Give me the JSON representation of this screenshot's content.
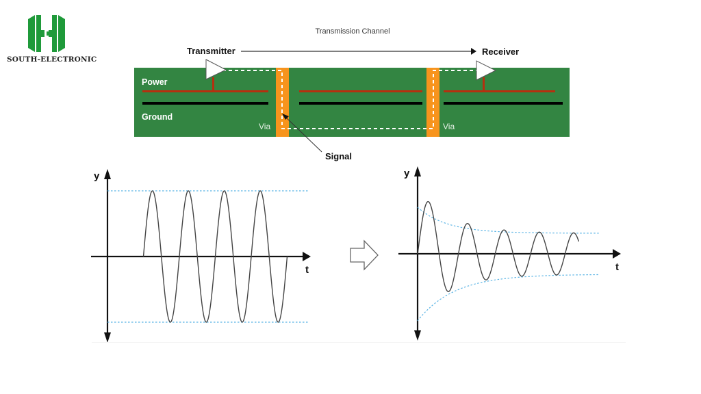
{
  "brand": {
    "name": "SOUTH-ELECTRONIC",
    "logo_color": "#1f9a3a"
  },
  "pcb_diagram": {
    "title": "Transmission Channel",
    "transmitter_label": "Transmitter",
    "receiver_label": "Receiver",
    "power_label": "Power",
    "ground_label": "Ground",
    "via_labels": [
      "Via",
      "Via"
    ],
    "signal_label": "Signal",
    "colors": {
      "board": "#338542",
      "power_plane": "#b5300f",
      "ground_plane": "#000000",
      "via": "#f7941d",
      "signal_path": "#ffffff"
    }
  },
  "transition_arrow": "right-arrow-outline",
  "chart_data": [
    {
      "type": "line",
      "title": "",
      "description": "Ideal signal: constant-amplitude sinusoid",
      "xlabel": "t",
      "ylabel": "y",
      "series": [
        {
          "name": "signal",
          "function": "sin",
          "amplitude": 1.0,
          "cycles": 4,
          "start_t": 1.0,
          "end_t": 5.0,
          "color": "#444444"
        },
        {
          "name": "upper-bound",
          "value": 1.0,
          "style": "dotted",
          "color": "#5ab4e5"
        },
        {
          "name": "lower-bound",
          "value": -1.0,
          "style": "dotted",
          "color": "#5ab4e5"
        }
      ],
      "xlim": [
        -0.3,
        5.6
      ],
      "ylim": [
        -1.2,
        1.2
      ],
      "grid": false,
      "legend": "none"
    },
    {
      "type": "line",
      "title": "",
      "description": "Attenuated signal: exponentially decaying sinusoid",
      "xlabel": "t",
      "ylabel": "y",
      "series": [
        {
          "name": "signal",
          "function": "damped-sin",
          "initial_amplitude": 0.82,
          "final_amplitude": 0.3,
          "cycles": 4.4,
          "start_t": 0.0,
          "end_t": 4.4,
          "color": "#444444"
        },
        {
          "name": "upper-envelope",
          "start_value": 0.68,
          "end_value": 0.3,
          "style": "dotted",
          "color": "#5ab4e5"
        },
        {
          "name": "lower-envelope",
          "start_value": -0.98,
          "end_value": -0.3,
          "style": "dotted",
          "color": "#5ab4e5"
        }
      ],
      "xlim": [
        -0.3,
        5.6
      ],
      "ylim": [
        -1.2,
        1.2
      ],
      "grid": false,
      "legend": "none"
    }
  ]
}
